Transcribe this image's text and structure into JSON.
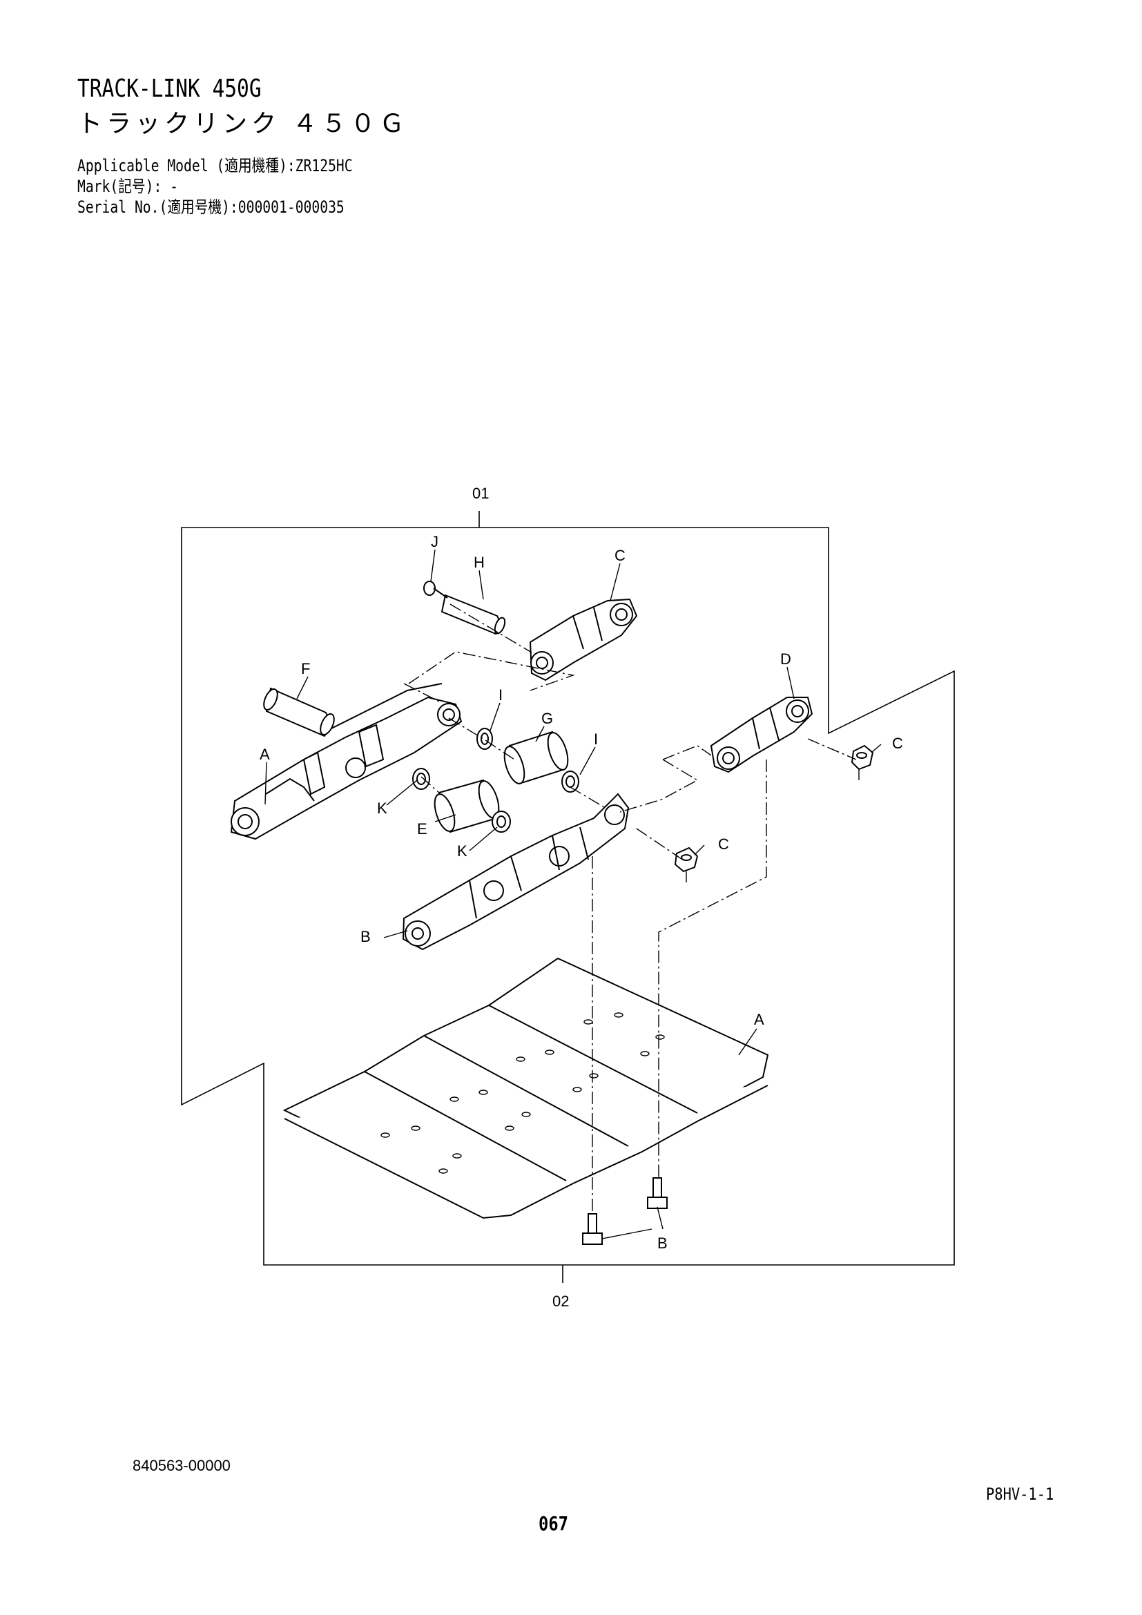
{
  "header": {
    "title_en": "TRACK-LINK 450G",
    "title_ja": "トラックリンク ４５０Ｇ",
    "applicable_model_label": "Applicable Model (適用機種):",
    "applicable_model_value": "ZR125HC",
    "mark_label": "Mark(記号):",
    "mark_value": " -",
    "serial_label": "Serial No.(適用号機):",
    "serial_value": "000001-000035"
  },
  "diagram": {
    "assembly_callouts": [
      "01",
      "02"
    ],
    "part_callouts": {
      "j": "J",
      "h": "H",
      "c_top": "C",
      "d": "D",
      "c_right": "C",
      "f": "F",
      "g": "G",
      "i_left": "I",
      "i_right": "I",
      "a_link": "A",
      "k_left": "K",
      "e": "E",
      "k_bottom": "K",
      "c_mid": "C",
      "b_link": "B",
      "a_shoe": "A",
      "b_bolt": "B"
    }
  },
  "footer": {
    "drawing_number": "840563-00000",
    "reference_code": "P8HV-1-1",
    "page_number": "067"
  }
}
